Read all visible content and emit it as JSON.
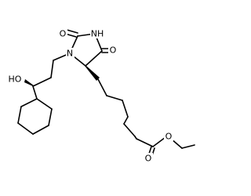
{
  "structure": {
    "atoms": {
      "ring_nitrogen": {
        "symbol": "N",
        "color": "#000000"
      },
      "ring_nh": {
        "symbol": "NH",
        "color": "#000000"
      },
      "urea_oxygen": {
        "symbol": "O",
        "color": "#000000"
      },
      "imide_oxygen": {
        "symbol": "O",
        "color": "#000000"
      },
      "hydroxyl": {
        "symbol": "HO",
        "color": "#000000"
      },
      "ester_carbonyl_oxygen": {
        "symbol": "O",
        "color": "#000000"
      },
      "ester_ether_oxygen": {
        "symbol": "O",
        "color": "#000000"
      }
    },
    "bond_color": "#000000",
    "background_color": "#ffffff"
  }
}
